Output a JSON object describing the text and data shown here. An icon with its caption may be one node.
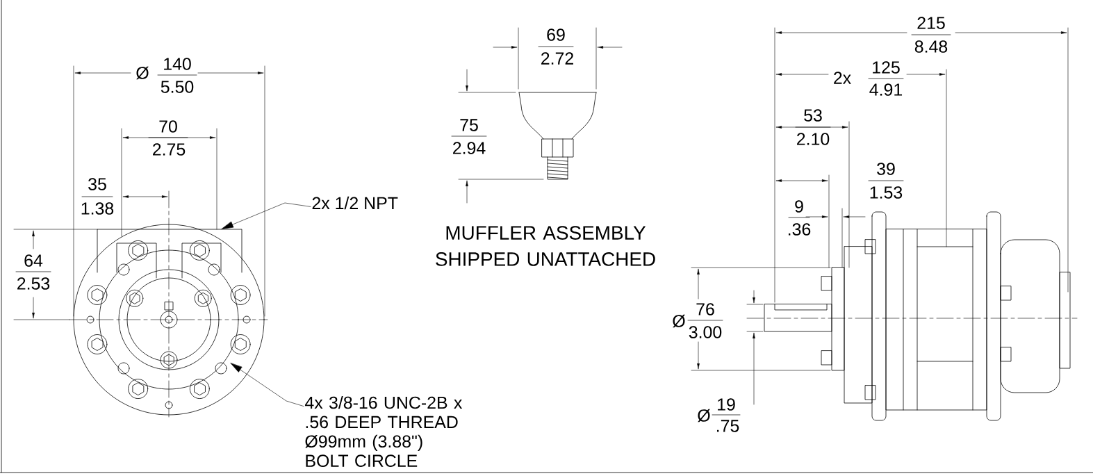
{
  "diagram": {
    "nodes": [
      {
        "text": [
          "2x 1/2 NPT"
        ]
      },
      {
        "text": [
          "4x 3/8-16 UNC-2B x .56 DEEP THREAD Ø99mm (3.88\") BOLT CIRCLE"
        ]
      }
    ],
    "edges": [
      {
        "from": 0,
        "to": null,
        "arrow": "to"
      },
      {
        "from": 1,
        "to": null,
        "arrow": "to"
      }
    ],
    "labels": [
      "215",
      "8.48",
      "69",
      "2.72",
      "Ø",
      "140",
      "5.50",
      "2x",
      "125",
      "4.91",
      "70",
      "2.75",
      "53",
      "2.10",
      "75",
      "2.94",
      "39",
      "1.53",
      "35",
      "1.38",
      "9",
      ".36",
      "MUFFLER ASSEMBLY SHIPPED UNATTACHED",
      "64",
      "2.53",
      "Ø",
      "76",
      "3.00",
      "Ø",
      "19",
      ".75"
    ]
  }
}
